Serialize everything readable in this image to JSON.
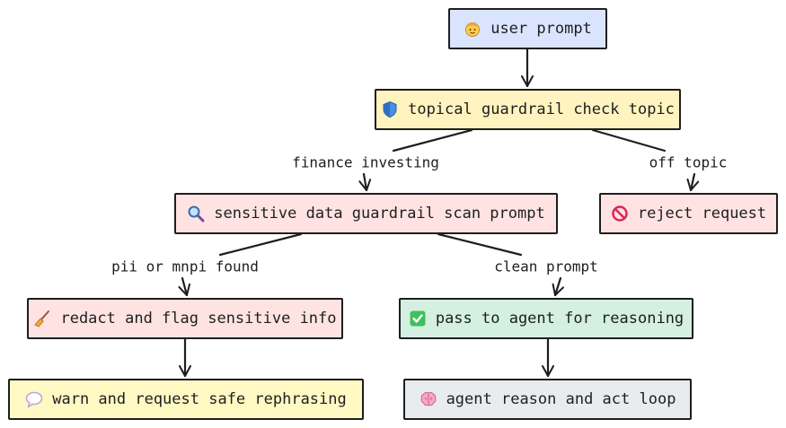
{
  "nodes": {
    "user": {
      "label": "user prompt",
      "icon": "person-icon",
      "fill": "#dbe4ff"
    },
    "topical": {
      "label": "topical guardrail check topic",
      "icon": "shield-icon",
      "fill": "#fff3bf"
    },
    "sensitive": {
      "label": "sensitive data guardrail scan prompt",
      "icon": "magnifier-icon",
      "fill": "#ffe3e3"
    },
    "reject": {
      "label": "reject request",
      "icon": "prohibited-icon",
      "fill": "#ffe3e3"
    },
    "redact": {
      "label": "redact and flag sensitive info",
      "icon": "broom-icon",
      "fill": "#ffe3e3"
    },
    "pass": {
      "label": "pass to agent for reasoning",
      "icon": "check-box-icon",
      "fill": "#d3f0e0"
    },
    "warn": {
      "label": "warn and request safe rephrasing",
      "icon": "speech-bubble-icon",
      "fill": "#fff9c4"
    },
    "agent": {
      "label": "agent reason and act loop",
      "icon": "brain-icon",
      "fill": "#e9ecef"
    }
  },
  "edges": {
    "finance": "finance investing",
    "offtopic": "off topic",
    "pii": "pii or mnpi found",
    "clean": "clean prompt"
  }
}
